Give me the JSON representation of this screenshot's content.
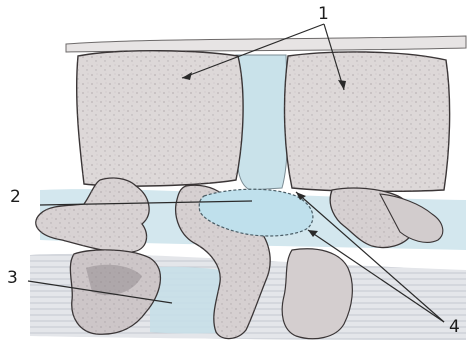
{
  "labels": {
    "one": "1",
    "two": "2",
    "three": "3",
    "four": "4"
  },
  "colors": {
    "bone": "#ddd8d8",
    "bone_shadow": "#b8b0b2",
    "ligament_blue": "#c9e2ea",
    "disc_blue": "#bfe0ec",
    "line": "#2a2a2a",
    "muscle_stripe": "#aeb6c0"
  }
}
